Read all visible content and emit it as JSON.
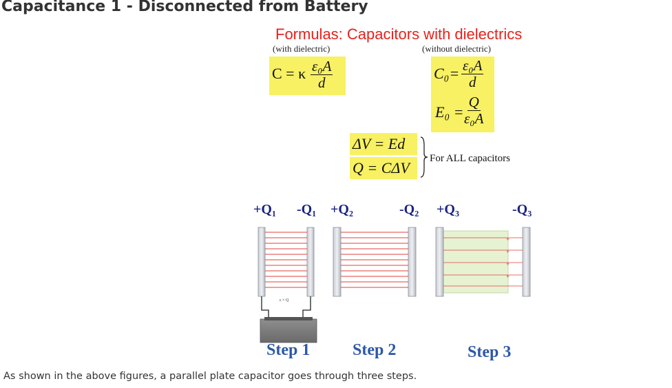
{
  "page": {
    "title": "Capacitance 1 - Disconnected from Battery",
    "caption": "As shown in the above figures, a parallel plate capacitor goes through three steps."
  },
  "formulas": {
    "title": "Formulas: Capacitors with dielectrics",
    "with_label": "(with dielectric)",
    "without_label": "(without dielectric)",
    "c_lhs": "C = κ",
    "c_num": "ε₀A",
    "c_den": "d",
    "c0_lhs": "C₀=",
    "c0_num": "ε₀A",
    "c0_den": "d",
    "e0_lhs": "E₀ =",
    "e0_num": "Q",
    "e0_den": "ε₀A",
    "dv": "ΔV = Ed",
    "q": "Q = CΔV",
    "all_note": "For ALL capacitors"
  },
  "figure": {
    "charges": {
      "q1_pos": "+Q₁",
      "q1_neg": "-Q₁",
      "q2_pos": "+Q₂",
      "q2_neg": "-Q₂",
      "q3_pos": "+Q₃",
      "q3_neg": "-Q₃"
    },
    "battery_label": "ε × Q",
    "steps": {
      "step1": "Step 1",
      "step2": "Step 2",
      "step3": "Step 3"
    }
  },
  "colors": {
    "title_gray": "#333333",
    "formula_red": "#e8211b",
    "highlight": "#f7f163",
    "charge_blue": "#1a2380",
    "step_blue": "#2d57a8",
    "field_line": "#e0403a",
    "dielectric": "#e6f2d2"
  }
}
